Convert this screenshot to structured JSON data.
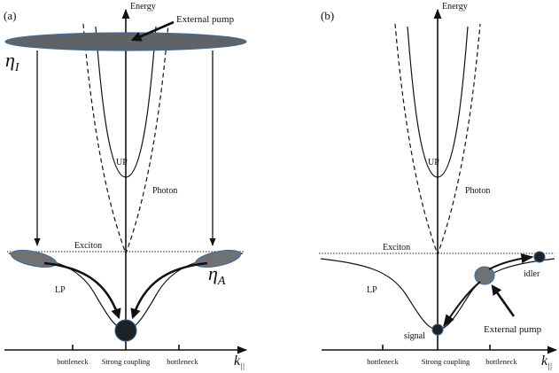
{
  "panel_a": {
    "label": "(a)",
    "y_axis_label": "Energy",
    "x_axis_symbol": "k",
    "x_axis_subscript": "||",
    "external_pump_label": "External pump",
    "up_label": "UP",
    "photon_label": "Photon",
    "exciton_label": "Exciton",
    "lp_label": "LP",
    "eta_i_symbol": "η",
    "eta_i_subscript": "I",
    "eta_a_symbol": "η",
    "eta_a_subscript": "A",
    "tick_labels": [
      "bottleneck",
      "Strong coupling",
      "bottleneck"
    ]
  },
  "panel_b": {
    "label": "(b)",
    "y_axis_label": "Energy",
    "x_axis_symbol": "k",
    "x_axis_subscript": "||",
    "up_label": "UP",
    "photon_label": "Photon",
    "exciton_label": "Exciton",
    "lp_label": "LP",
    "signal_label": "signal",
    "idler_label": "idler",
    "external_pump_label": "External pump",
    "tick_labels": [
      "bottleneck",
      "Strong coupling",
      "bottleneck"
    ]
  },
  "colors": {
    "reservoir_fill": "#5f6367",
    "outline": "#3a6d9c",
    "condensate_fill": "#1d2226",
    "line": "#111111"
  }
}
